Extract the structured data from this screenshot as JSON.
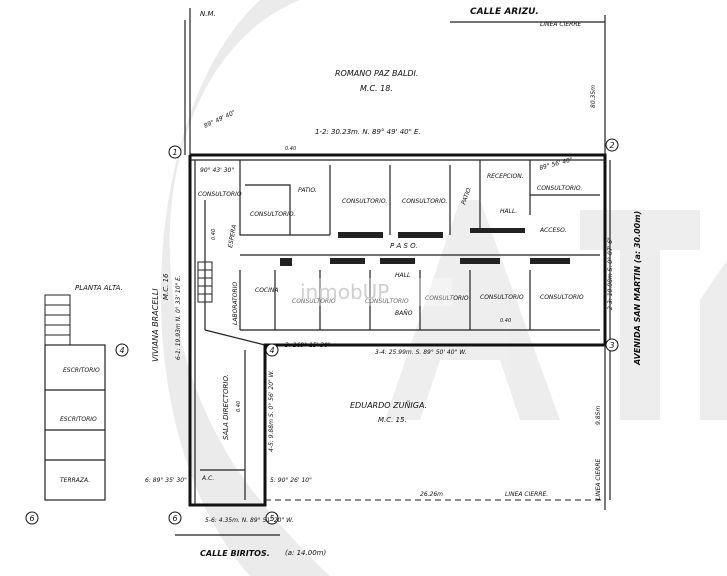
{
  "watermark": {
    "text": "inmobUP",
    "color": "#d0d0d0",
    "brand_color": "#e8e8e8"
  },
  "streets": {
    "north": "CALLE ARIZU.",
    "south": "CALLE BIRITOS.",
    "south_width": "(a: 14.00m)",
    "east": "AVENIDA SAN MARTIN (a: 30.00m)"
  },
  "line_labels": {
    "top": "LINEA CIERRE",
    "bottom": "LINEA CIERRE.",
    "east": "LINEA CIERRE"
  },
  "north_mark": "N.M.",
  "neighbors": {
    "north": {
      "name": "ROMANO PAZ BALDI.",
      "code": "M.C. 18."
    },
    "west": {
      "name": "VIVIANA BRACELLI",
      "code": "M.C. 16"
    },
    "south": {
      "name": "EDUARDO ZUÑIGA.",
      "code": "M.C. 15."
    }
  },
  "measurements": {
    "side_1_2": "1-2: 30.23m. N. 89° 49' 40\" E.",
    "side_3_4": "3-4: 25.99m. S. 89° 50' 40\" W.",
    "side_4_5": "4-5: 9.88m S. 0° 56' 20\" W.",
    "side_5_6": "5-6: 4.35m. N. 89° 51' 20\" W.",
    "side_6_1": "6-1: 19.93m N. 0° 33' 10\" E.",
    "side_2_3": "2-3: 10.08m S. 0° 07' 6\"",
    "angle_1": "89° 49' 40\"",
    "angle_1b": "90° 43' 30\"",
    "angle_2": "89° 56' 40\"",
    "angle_3": "3: 269° 15' 30\"",
    "angle_5": "5: 90° 26' 10\"",
    "angle_6": "6: 89° 35' 30\"",
    "dim_north": "80.35m",
    "dim_east": "9.85m",
    "dim_south": "26.26m",
    "dim_040": "0.40",
    "dim_040b": "0.40",
    "dim_040c": "0.40",
    "dim_040d": "0.40"
  },
  "points": [
    "1",
    "2",
    "3",
    "4",
    "5",
    "6",
    "4",
    "6"
  ],
  "rooms": {
    "consultorio": "CONSULTORIO",
    "consultorio_dot": "CONSULTORIO.",
    "patio": "PATIO.",
    "recepcion": "RECEPCION.",
    "hall": "HALL.",
    "hall2": "HALL",
    "acceso": "ACCESO.",
    "paso": "P A S O.",
    "espera": "ESPERA",
    "cocina": "COCINA",
    "laboratorio": "LABORATORIO",
    "bano": "BAÑO",
    "sala_directorio": "SALA DIRECTORIO.",
    "ac": "A.C."
  },
  "upper_floor": {
    "title": "PLANTA ALTA.",
    "rooms": [
      "ESCRITORIO",
      "ESCRITORIO",
      "TERRAZA."
    ]
  }
}
